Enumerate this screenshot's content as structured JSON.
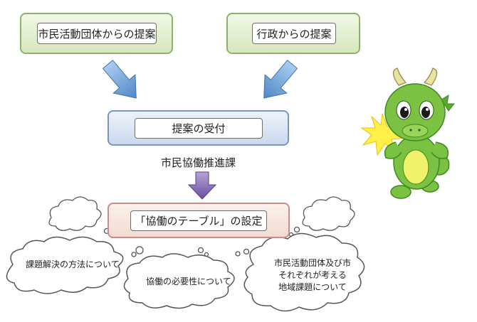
{
  "proposals": {
    "citizen": "市民活動団体からの提案",
    "government": "行政からの提案"
  },
  "reception": "提案の受付",
  "department": "市民協働推進課",
  "table_setup": "「協働のテーブル」の設定",
  "topics": {
    "issue_method": "課題解決の方法について",
    "necessity": "協働の必要性について",
    "regional_issues_line1": "市民活動団体及び市",
    "regional_issues_line2": "それぞれが考える",
    "regional_issues_line3": "地域課題について"
  },
  "colors": {
    "green_border": "#8fb26a",
    "blue_border": "#7696c4",
    "pink_border": "#c88c8c",
    "arrow_blue": "#6fa3d8",
    "arrow_purple": "#8a6fb5",
    "mascot_green": "#7cc242"
  }
}
